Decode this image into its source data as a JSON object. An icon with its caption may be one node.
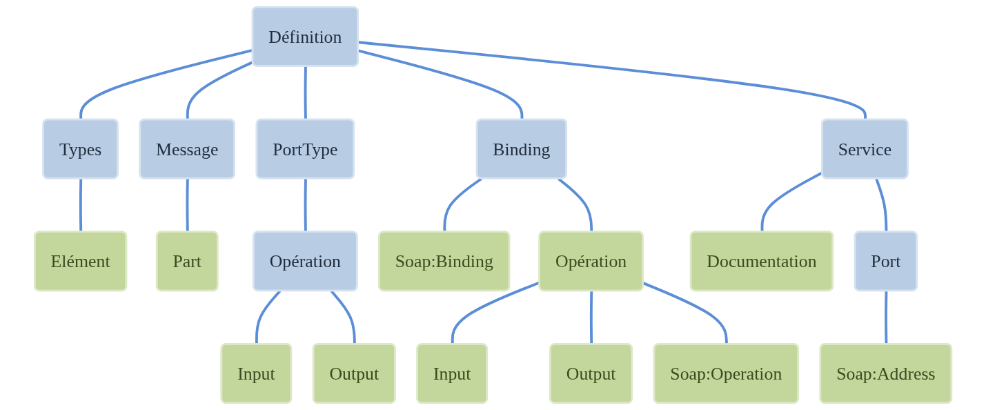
{
  "diagram": {
    "nodes": [
      {
        "text": [
          "Définition"
        ]
      },
      {
        "text": [
          "Types"
        ]
      },
      {
        "text": [
          "Message"
        ]
      },
      {
        "text": [
          "PortType"
        ]
      },
      {
        "text": [
          "Binding"
        ]
      },
      {
        "text": [
          "Service"
        ]
      },
      {
        "text": [
          "Elément"
        ]
      },
      {
        "text": [
          "Part"
        ]
      },
      {
        "text": [
          "Opération"
        ]
      },
      {
        "text": [
          "Soap:Binding"
        ]
      },
      {
        "text": [
          "Opération"
        ]
      },
      {
        "text": [
          "Documentation"
        ]
      },
      {
        "text": [
          "Port"
        ]
      },
      {
        "text": [
          "Input"
        ]
      },
      {
        "text": [
          "Output"
        ]
      },
      {
        "text": [
          "Input"
        ]
      },
      {
        "text": [
          "Output"
        ]
      },
      {
        "text": [
          "Soap:Operation"
        ]
      },
      {
        "text": [
          "Soap:Address"
        ]
      }
    ],
    "edges": [
      {
        "from": 0,
        "to": 1,
        "arrow": "none"
      },
      {
        "from": 0,
        "to": 2,
        "arrow": "none"
      },
      {
        "from": 0,
        "to": 3,
        "arrow": "none"
      },
      {
        "from": 0,
        "to": 4,
        "arrow": "none"
      },
      {
        "from": 0,
        "to": 5,
        "arrow": "none"
      },
      {
        "from": 1,
        "to": 6,
        "arrow": "none"
      },
      {
        "from": 2,
        "to": 7,
        "arrow": "none"
      },
      {
        "from": 3,
        "to": 8,
        "arrow": "none"
      },
      {
        "from": 4,
        "to": 9,
        "arrow": "none"
      },
      {
        "from": 4,
        "to": 10,
        "arrow": "none"
      },
      {
        "from": 5,
        "to": 11,
        "arrow": "none"
      },
      {
        "from": 5,
        "to": 12,
        "arrow": "none"
      },
      {
        "from": 8,
        "to": 13,
        "arrow": "none"
      },
      {
        "from": 8,
        "to": 14,
        "arrow": "none"
      },
      {
        "from": 10,
        "to": 15,
        "arrow": "none"
      },
      {
        "from": 10,
        "to": 16,
        "arrow": "none"
      },
      {
        "from": 10,
        "to": 17,
        "arrow": "none"
      },
      {
        "from": 12,
        "to": 18,
        "arrow": "none"
      }
    ]
  }
}
